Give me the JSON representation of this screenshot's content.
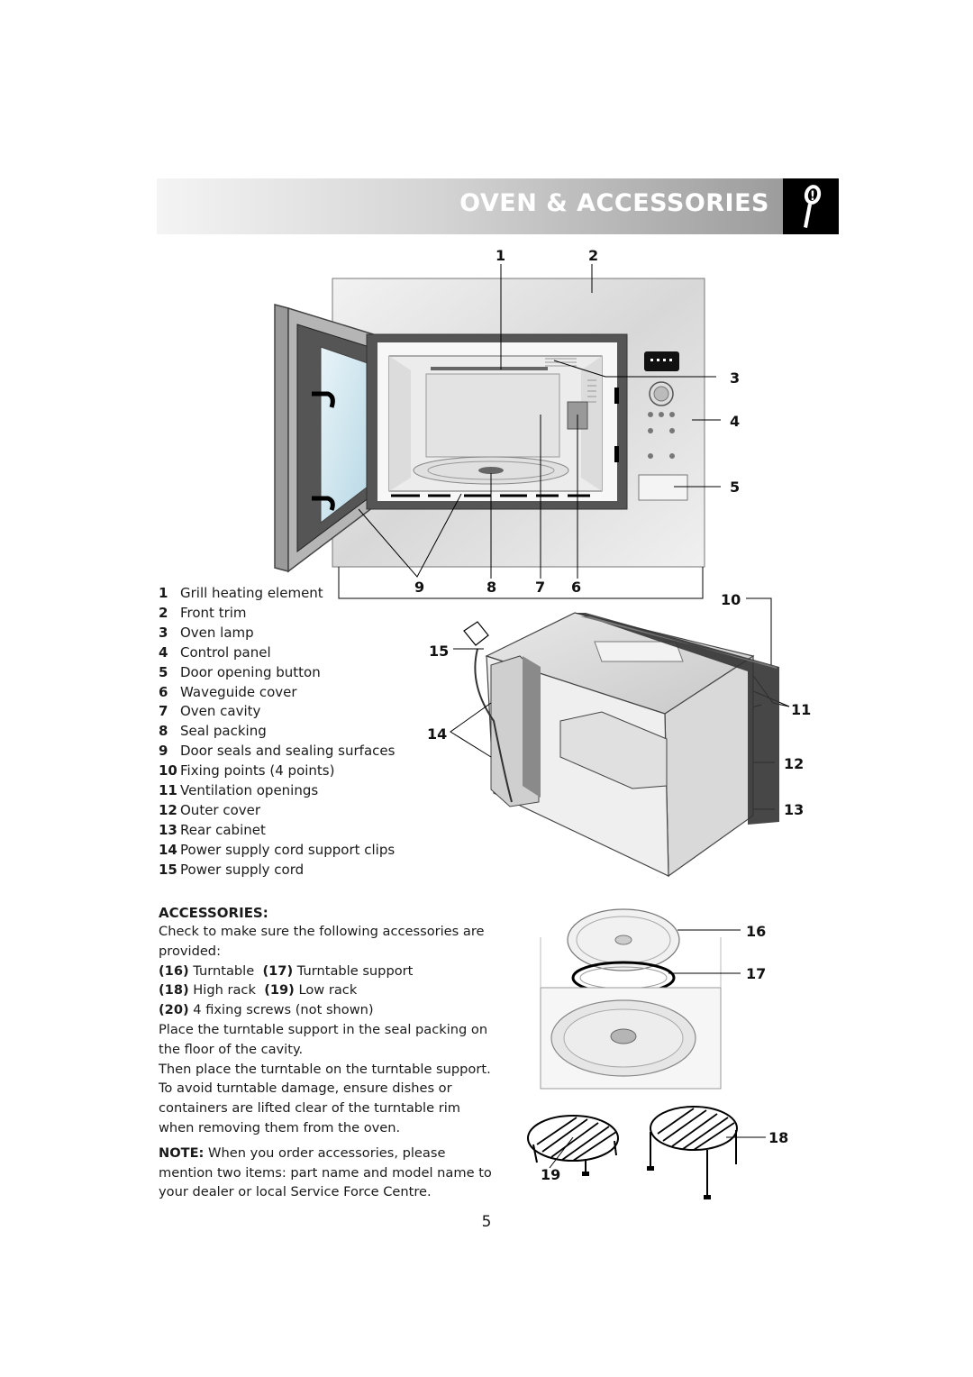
{
  "header": {
    "title": "OVEN & ACCESSORIES",
    "icon": "info-magnifier-icon"
  },
  "callouts": {
    "c1": "1",
    "c2": "2",
    "c3": "3",
    "c4": "4",
    "c5": "5",
    "c6": "6",
    "c7": "7",
    "c8": "8",
    "c9": "9",
    "c10": "10",
    "c11": "11",
    "c12": "12",
    "c13": "13",
    "c14": "14",
    "c15": "15",
    "c16": "16",
    "c17": "17",
    "c18": "18",
    "c19": "19"
  },
  "parts": [
    {
      "num": "1",
      "label": "Grill heating element"
    },
    {
      "num": "2",
      "label": "Front trim"
    },
    {
      "num": "3",
      "label": "Oven lamp"
    },
    {
      "num": "4",
      "label": "Control panel"
    },
    {
      "num": "5",
      "label": "Door opening button"
    },
    {
      "num": "6",
      "label": "Waveguide cover"
    },
    {
      "num": "7",
      "label": "Oven cavity"
    },
    {
      "num": "8",
      "label": "Seal packing"
    },
    {
      "num": "9",
      "label": "Door seals and sealing surfaces"
    },
    {
      "num": "10",
      "label": "Fixing points (4 points)"
    },
    {
      "num": "11",
      "label": "Ventilation openings"
    },
    {
      "num": "12",
      "label": "Outer cover"
    },
    {
      "num": "13",
      "label": "Rear cabinet"
    },
    {
      "num": "14",
      "label": "Power supply cord support clips"
    },
    {
      "num": "15",
      "label": "Power supply cord"
    }
  ],
  "accessories": {
    "title": "ACCESSORIES:",
    "intro": "Check to make sure the following accessories are provided:",
    "item16_num": "(16)",
    "item16_label": "Turntable",
    "item17_num": "(17)",
    "item17_label": "Turntable support",
    "item18_num": "(18)",
    "item18_label": "High rack",
    "item19_num": "(19)",
    "item19_label": "Low rack",
    "item20_num": "(20)",
    "item20_label": "4 fixing screws (not shown)",
    "p1": "Place the turntable support in the seal packing on the floor of the cavity.",
    "p2": "Then place the turntable on the turntable support.",
    "p3": "To avoid turntable damage, ensure dishes or containers are lifted clear of the turntable rim when removing them from the oven.",
    "note_label": "NOTE:",
    "note_text": "When you order accessories, please mention two items: part name and model name to your dealer or local Service Force Centre."
  },
  "page_number": "5"
}
